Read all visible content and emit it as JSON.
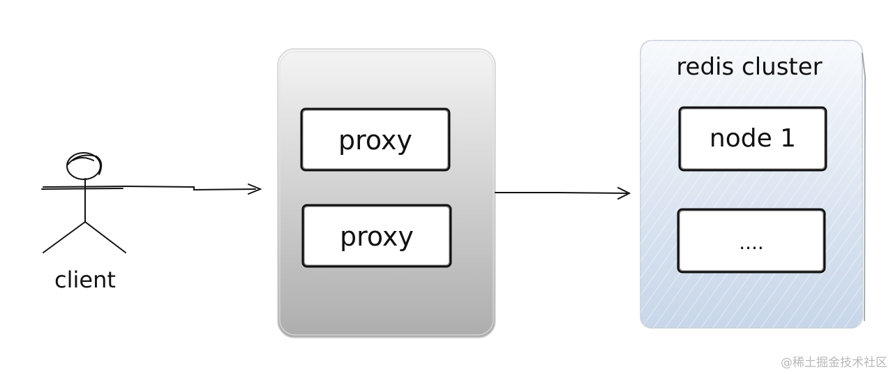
{
  "actor": {
    "label": "client"
  },
  "proxy_group": {
    "nodes": [
      {
        "label": "proxy"
      },
      {
        "label": "proxy"
      }
    ]
  },
  "cluster": {
    "title": "redis cluster",
    "nodes": [
      {
        "label": "node 1"
      },
      {
        "label": "...."
      }
    ]
  },
  "watermark": {
    "text": "@稀土掘金技术社区"
  }
}
